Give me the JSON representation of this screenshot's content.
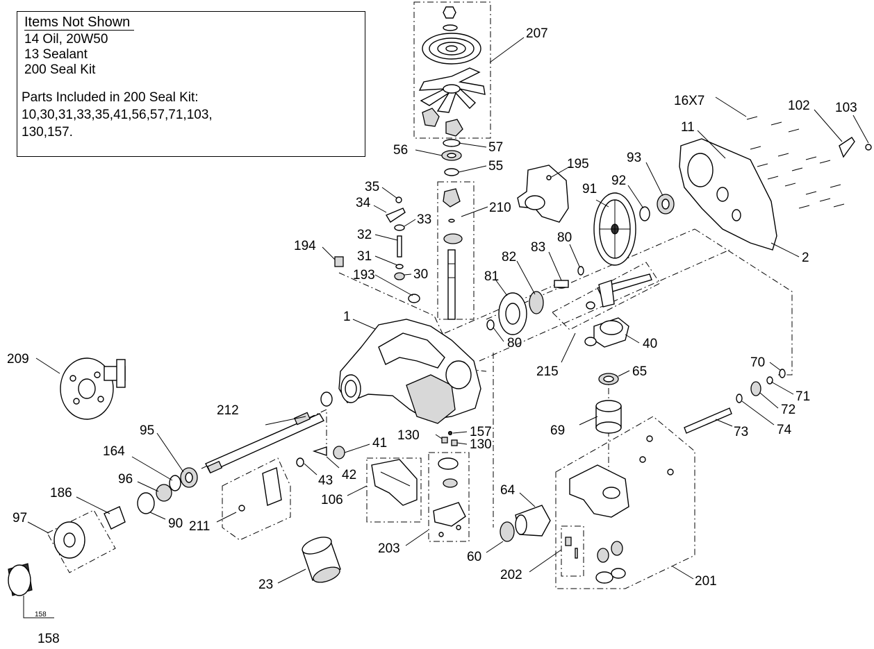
{
  "notes": {
    "title": "Items Not Shown",
    "lines": [
      "14 Oil, 20W50",
      "13  Sealant",
      "200 Seal Kit"
    ],
    "kit_heading": "Parts Included in 200 Seal Kit:",
    "kit_parts": [
      "10,30,31,33,35,41,56,57,71,103,",
      "130,157."
    ]
  },
  "callouts": {
    "c207": "207",
    "c57": "57",
    "c56": "56",
    "c55": "55",
    "c195": "195",
    "c16x7": "16X7",
    "c102": "102",
    "c103": "103",
    "c11": "11",
    "c93": "93",
    "c92": "92",
    "c91": "91",
    "c35": "35",
    "c34": "34",
    "c33": "33",
    "c210": "210",
    "c32": "32",
    "c194": "194",
    "c31": "31",
    "c30": "30",
    "c193": "193",
    "c83": "83",
    "c80a": "80",
    "c82": "82",
    "c81": "81",
    "c2": "2",
    "c1": "1",
    "c80b": "80",
    "c40": "40",
    "c215": "215",
    "c209": "209",
    "c65": "65",
    "c70": "70",
    "c71": "71",
    "c72": "72",
    "c74": "74",
    "c212": "212",
    "c69": "69",
    "c73": "73",
    "c95": "95",
    "c157": "157",
    "c130a": "130",
    "c130b": "130",
    "c41": "41",
    "c164": "164",
    "c43": "43",
    "c42": "42",
    "c96": "96",
    "c186": "186",
    "c106": "106",
    "c64": "64",
    "c97": "97",
    "c90": "90",
    "c211": "211",
    "c203": "203",
    "c60": "60",
    "c202": "202",
    "c201": "201",
    "c23": "23",
    "c158box": "158",
    "c158": "158"
  }
}
